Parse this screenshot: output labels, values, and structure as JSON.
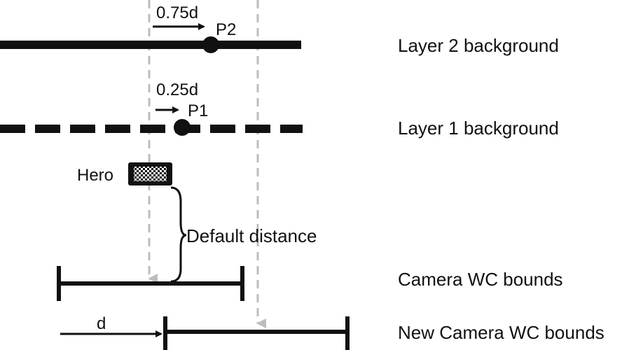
{
  "layers": {
    "layer2": {
      "label": "Layer 2 background",
      "point_label": "P2",
      "offset_label": "0.75d"
    },
    "layer1": {
      "label": "Layer 1 background",
      "point_label": "P1",
      "offset_label": "0.25d"
    }
  },
  "hero": {
    "label": "Hero"
  },
  "distance": {
    "label": "Default distance"
  },
  "camera": {
    "label": "Camera WC bounds"
  },
  "new_camera": {
    "label": "New Camera WC bounds",
    "shift_label": "d"
  },
  "colors": {
    "line": "#111111",
    "guide": "#bdbdbd",
    "bg": "#ffffff"
  }
}
